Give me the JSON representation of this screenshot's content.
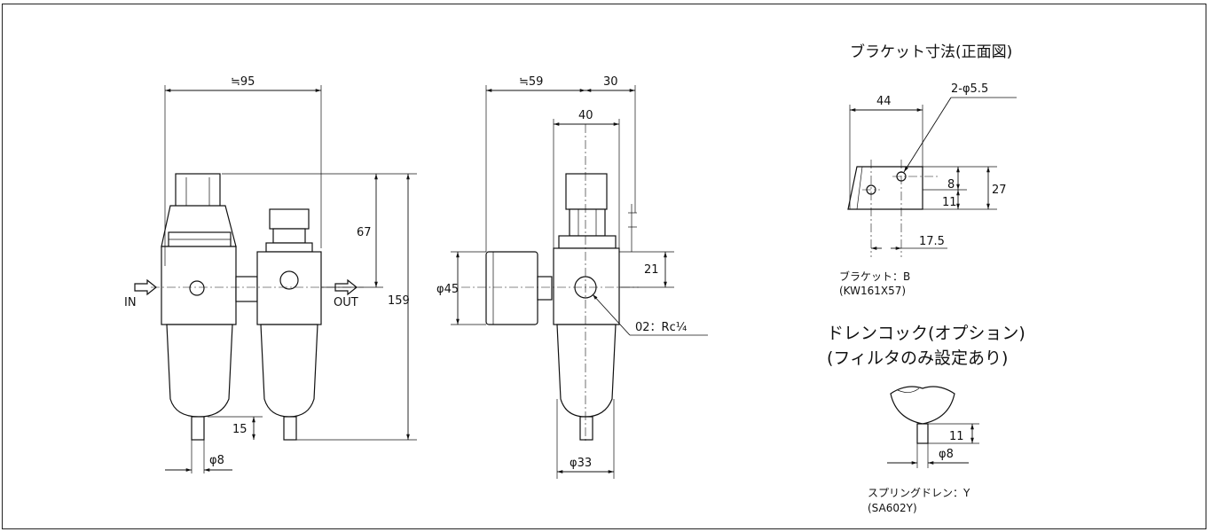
{
  "front_view": {
    "width_label": "≒95",
    "height_top_label": "67",
    "height_total_label": "159",
    "drain_height_label": "15",
    "drain_dia_label": "φ8",
    "in_label": "IN",
    "out_label": "OUT"
  },
  "side_view": {
    "gauge_depth_label": "≒59",
    "bracket_offset_label": "30",
    "body_width_label": "40",
    "gauge_dia_label": "φ45",
    "port_height_label": "21",
    "port_label": "02：Rc¼",
    "bowl_dia_label": "φ33"
  },
  "bracket": {
    "title": "ブラケット寸法(正面図)",
    "width_label": "44",
    "hole_label": "2-φ5.5",
    "dim_8": "8",
    "dim_27": "27",
    "dim_11": "11",
    "dim_17_5": "17.5",
    "name": "ブラケット：B",
    "code": "(KW161X57)"
  },
  "drain": {
    "title_line1": "ドレンコック(オプション)",
    "title_line2": "(フィルタのみ設定あり)",
    "height_label": "11",
    "dia_label": "φ8",
    "name": "スプリングドレン：Y",
    "code": "(SA602Y)"
  }
}
